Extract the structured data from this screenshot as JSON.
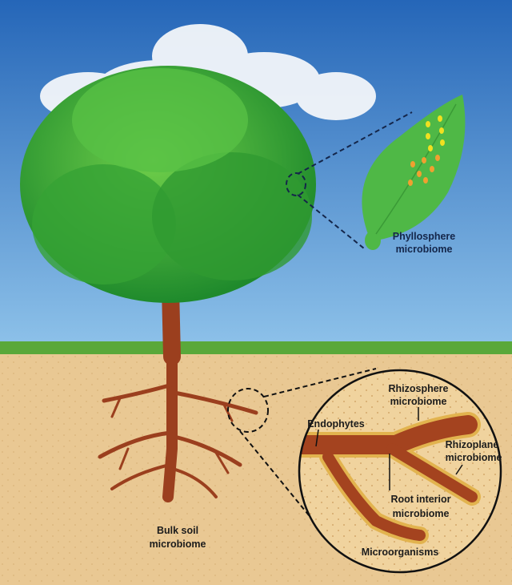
{
  "labels": {
    "phyllosphere": [
      "Phyllosphere",
      "microbiome"
    ],
    "bulk_soil": [
      "Bulk soil",
      "microbiome"
    ],
    "rhizosphere": [
      "Rhizosphere",
      "microbiome"
    ],
    "endophytes": "Endophytes",
    "rhizoplane": [
      "Rhizoplane",
      "microbiome"
    ],
    "root_interior": [
      "Root interior",
      "microbiome"
    ],
    "microorganisms": "Microorganisms"
  },
  "colors": {
    "sky_top": "#2566b8",
    "sky_bottom": "#8fc3ea",
    "soil": "#e9c893",
    "grass": "#5aa83a",
    "trunk": "#9b3f1e",
    "leaf": "#3fae3c",
    "outline": "#111111"
  }
}
